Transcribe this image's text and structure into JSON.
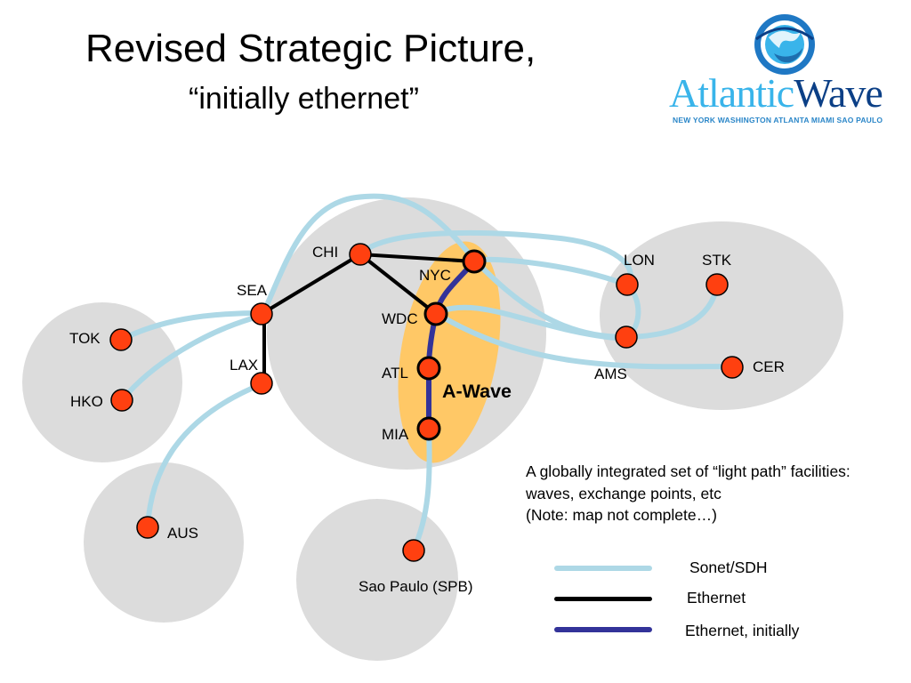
{
  "slide": {
    "title": "Revised Strategic Picture,",
    "subtitle": "“initially ethernet”"
  },
  "logo": {
    "name_part1": "Atlantic",
    "name_part2": "Wave",
    "cities": "NEW YORK  WASHINGTON  ATLANTA  MIAMI  SAO PAULO",
    "colors": {
      "primary": "#1f78c4",
      "dark": "#0b3f86",
      "light": "#39b4ea"
    }
  },
  "nodes": {
    "chi": "CHI",
    "nyc": "NYC",
    "sea": "SEA",
    "wdc": "WDC",
    "lax": "LAX",
    "atl": "ATL",
    "mia": "MIA",
    "tok": "TOK",
    "hko": "HKO",
    "aus": "AUS",
    "spb": "Sao Paulo (SPB)",
    "lon": "LON",
    "stk": "STK",
    "ams": "AMS",
    "cer": "CER"
  },
  "awave_label": "A-Wave",
  "note": {
    "line1": "A globally integrated set of “light path” facilities:",
    "line2": "waves, exchange points, etc",
    "line3": "(Note: map not complete…)"
  },
  "legend": {
    "sonet": {
      "label": "Sonet/SDH",
      "color": "#add8e6"
    },
    "ethernet": {
      "label": "Ethernet",
      "color": "#000000"
    },
    "ethernet_initially": {
      "label": "Ethernet, initially",
      "color": "#333399"
    }
  },
  "colors": {
    "region": "#dcdcdc",
    "awave_band": "#ffc866",
    "node_fill": "#ff4010",
    "sonet": "#add8e6",
    "ethernet": "#000000",
    "ethernet_initially": "#333399"
  }
}
